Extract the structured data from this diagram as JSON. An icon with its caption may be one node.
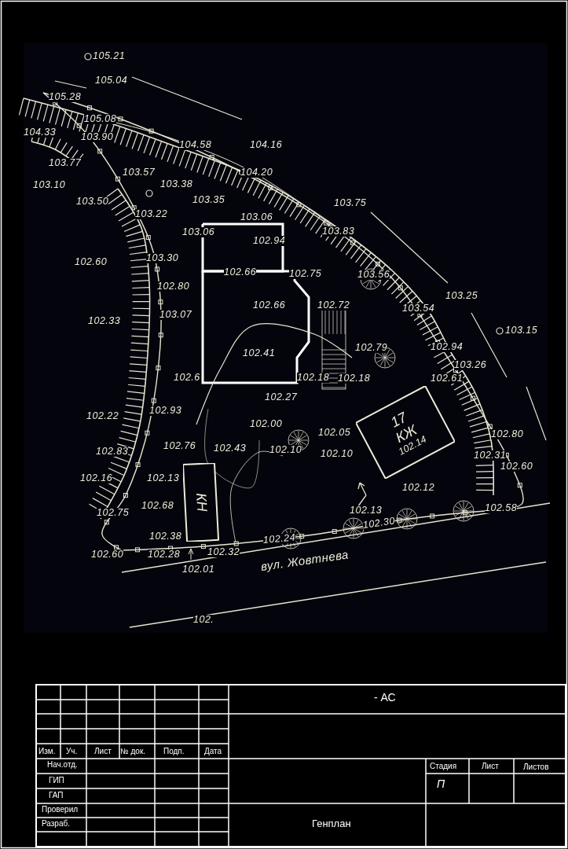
{
  "diagram": {
    "nodes": [
      {
        "text": [
          "КН"
        ]
      },
      {
        "text": [
          "17",
          "КЖ",
          "102.14"
        ]
      }
    ],
    "labels": [
      "105.21",
      "105.04",
      "105.28",
      "105.08",
      "104.33",
      "103.90",
      "104.58",
      "104.16",
      "103.77",
      "103.57",
      "104.20",
      "103.10",
      "103.38",
      "103.50",
      "103.35",
      "103.75",
      "103.22",
      "103.06",
      "103.06",
      "102.94",
      "103.83",
      "102.60",
      "103.30",
      "102.66",
      "102.75",
      "103.56",
      "102.80",
      "103.25",
      "102.33",
      "103.07",
      "102.66",
      "102.72",
      "103.54",
      "103.15",
      "102.41",
      "102.79",
      "102.94",
      "103.26",
      "102.6",
      "102.18",
      "102.18",
      "102.61",
      "102.27",
      "102.22",
      "102.93",
      "102.00",
      "102.05",
      "102.80",
      "102.83",
      "102.76",
      "102.43",
      "102.10",
      "102.10",
      "102.31",
      "102.60",
      "102.16",
      "102.13",
      "102.12",
      "102.75",
      "102.68",
      "102.13",
      "102.58",
      "102.30",
      "102.38",
      "102.24",
      "102.60",
      "102.28",
      "102.32",
      "102.01",
      "вул. Жовтнева",
      "102.",
      "- АС",
      "Изм.",
      "Уч.",
      "Лист",
      "№ док.",
      "Подп.",
      "Дата",
      "Нач.отд.",
      "Стадия",
      "Лист",
      "Листов",
      "ГИП",
      "П",
      "ГАП",
      "Проверил",
      "Разраб.",
      "Генплан"
    ]
  }
}
